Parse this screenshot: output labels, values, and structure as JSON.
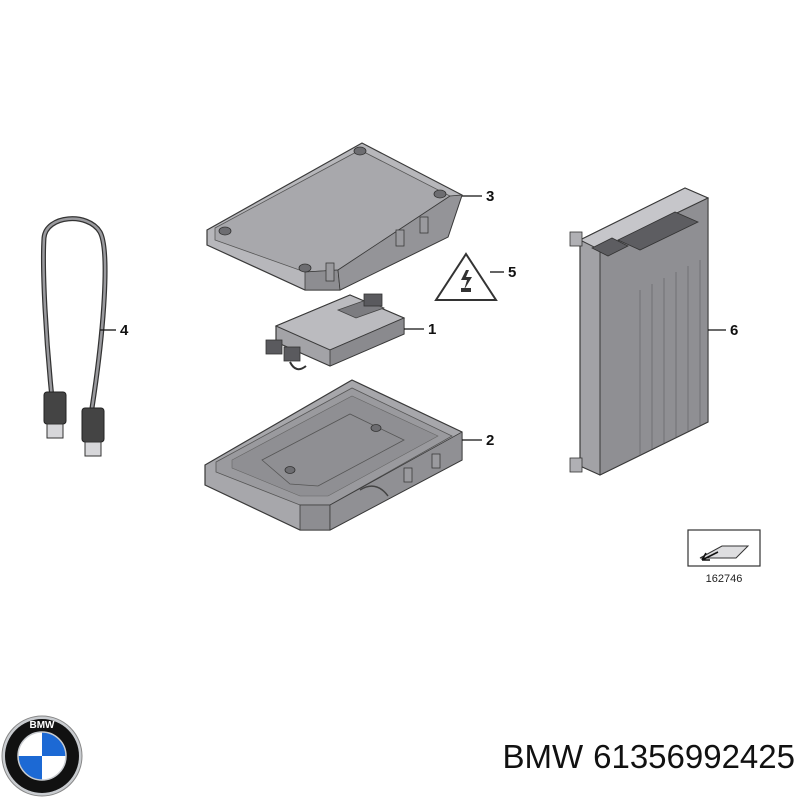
{
  "callouts": {
    "c1": "1",
    "c2": "2",
    "c3": "3",
    "c4": "4",
    "c5": "5",
    "c6": "6"
  },
  "reference_number": "162746",
  "footer": {
    "brand": "BMW",
    "part_number": "61356992425"
  },
  "logo": {
    "lettering": "BMW",
    "colors": {
      "blue": "#1c69d4",
      "white": "#ffffff",
      "ring": "#111111",
      "chrome": "#c9ccd0"
    }
  },
  "colors": {
    "part_fill": "#a9a9ad",
    "part_light": "#c4c4c8",
    "part_dark": "#7c7c80",
    "outline": "#3a3a3a",
    "leader": "#111111"
  }
}
